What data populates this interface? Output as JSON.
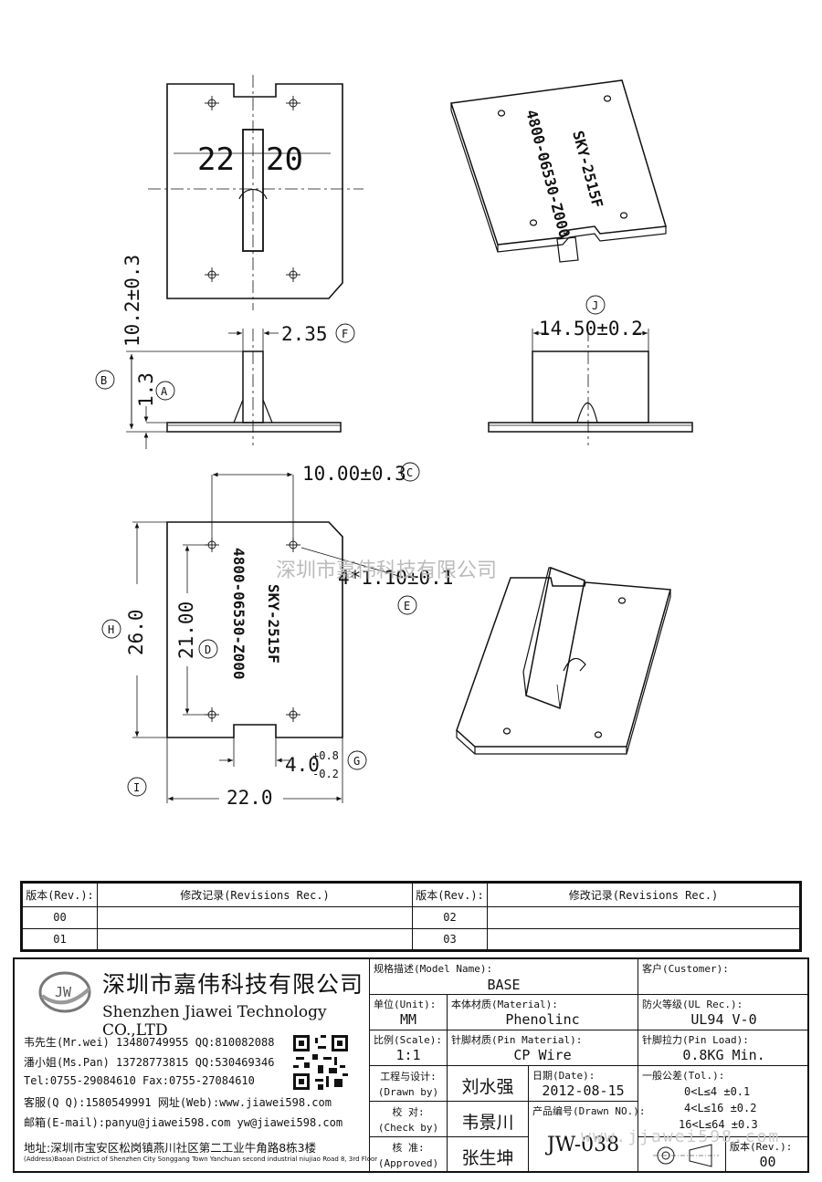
{
  "drawing": {
    "top_view": {
      "text_a": "22",
      "text_b": "20"
    },
    "side_view": {
      "dim_height": "10.2±0.3",
      "dim_pin": "2.35",
      "dim_base": "1.3",
      "tag_b": "B",
      "tag_a": "A",
      "tag_f": "F"
    },
    "front_view": {
      "dim_width": "14.50±0.2",
      "tag_j": "J"
    },
    "bottom_view": {
      "dim_hole_span": "10.00±0.3",
      "dim_height": "26.0",
      "dim_hole_pitch": "21.00",
      "dim_slot": "4.0",
      "dim_slot_tol_up": "+0.8",
      "dim_slot_tol_down": "-0.2",
      "dim_width": "22.0",
      "dim_pin_size": "4*1.10±0.1",
      "marking_1": "4800-06530-Z000",
      "marking_2": "SKY-2515F",
      "tag_c": "C",
      "tag_h": "H",
      "tag_d": "D",
      "tag_g": "G",
      "tag_i": "I",
      "tag_e": "E"
    },
    "iso_view": {
      "marking_1": "4800-06530-Z000",
      "marking_2": "SKY-2515F"
    },
    "watermark_center": "深圳市嘉伟科技有限公司",
    "watermark_bottom": "www.jjawei598.com"
  },
  "revisions": {
    "header_rev": "版本(Rev.):",
    "header_rec": "修改记录(Revisions Rec.)",
    "rows": [
      {
        "rev_a": "00",
        "rev_b": "02"
      },
      {
        "rev_a": "01",
        "rev_b": "03"
      }
    ]
  },
  "company": {
    "logo_text": "JW",
    "name_cn": "深圳市嘉伟科技有限公司",
    "name_en": "Shenzhen Jiawei Technology CO.,LTD",
    "contact_1": "韦先生(Mr.wei) 13480749955 QQ:810082088",
    "contact_2": "潘小姐(Ms.Pan) 13728773815 QQ:530469346",
    "contact_3": "Tel:0755-29084610     Fax:0755-27084610",
    "contact_4": "客服(Q Q):1580549991   网址(Web):www.jiawei598.com",
    "contact_5": "邮箱(E-mail):panyu@jiawei598.com  yw@jiawei598.com",
    "address_cn": "地址:深圳市宝安区松岗镇燕川社区第二工业牛角路8栋3楼",
    "address_en": "(Address)Baoan District of Shenzhen City Songgang Town Yanchuan  second industrial niujiao Road 8, 3rd Floor"
  },
  "title_block": {
    "model_label": "规格描述(Model Name):",
    "model_value": "BASE",
    "customer_label": "客户(Customer):",
    "unit_label": "单位(Unit):",
    "unit_value": "MM",
    "material_label": "本体材质(Material):",
    "material_value": "Phenolinc",
    "ul_label": "防火等级(UL Rec.):",
    "ul_value": "UL94 V-0",
    "scale_label": "比例(Scale):",
    "scale_value": "1:1",
    "pin_material_label": "针脚材质(Pin Material):",
    "pin_material_value": "CP Wire",
    "pin_load_label": "针脚拉力(Pin Load):",
    "pin_load_value": "0.8KG Min.",
    "drawn_label_cn": "工程与设计:",
    "drawn_label_en": "(Drawn by)",
    "drawn_value": "刘水强",
    "date_label": "日期(Date):",
    "date_value": "2012-08-15",
    "tol_label": "一般公差(Tol.):",
    "tol_1": "0<L≤4    ±0.1",
    "tol_2": "4<L≤16   ±0.2",
    "tol_3": "16<L≤64  ±0.3",
    "check_label_cn": "校  对:",
    "check_label_en": "(Check by)",
    "check_value": "韦景川",
    "drawing_no_label": "产品编号(Drawn NO.):",
    "drawing_no_value": "JW-038",
    "approved_label_cn": "核  准:",
    "approved_label_en": "(Approved)",
    "approved_value": "张生坤",
    "rev_label": "版本(Rev.):",
    "rev_value": "00"
  }
}
